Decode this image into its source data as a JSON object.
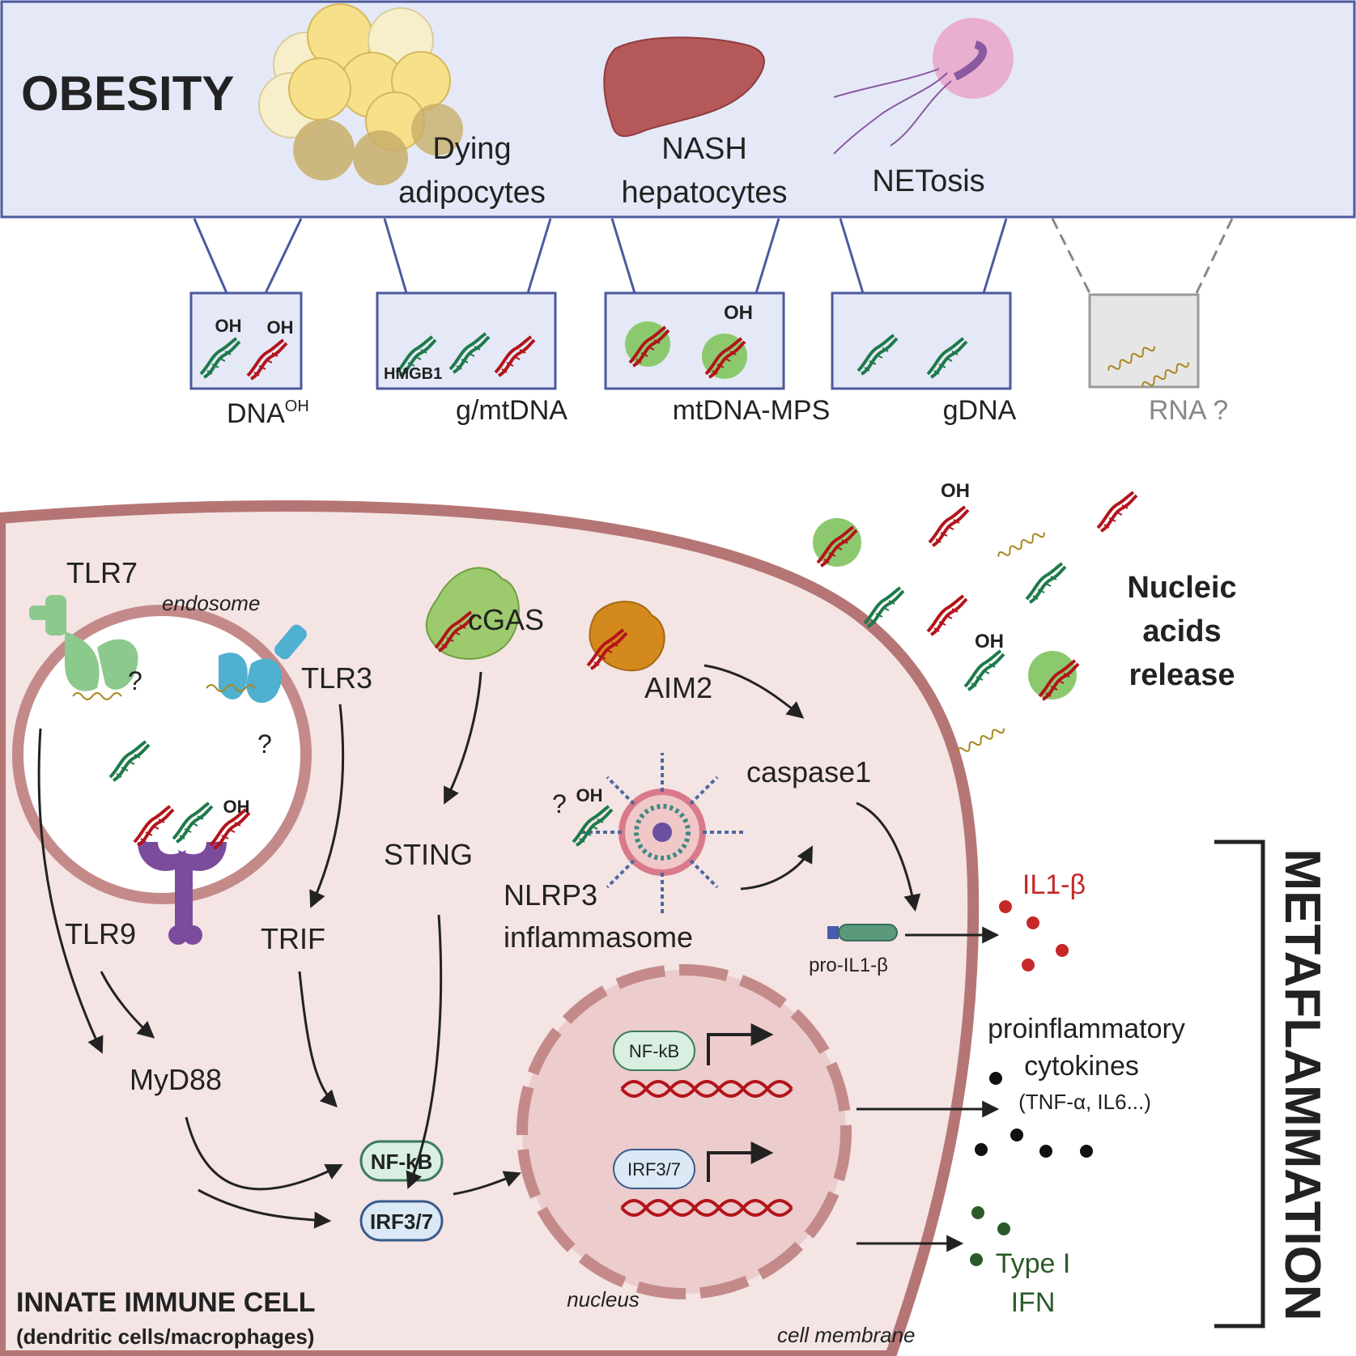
{
  "header": {
    "title": "OBESITY",
    "sources": [
      {
        "line1": "Dying",
        "line2": "adipocytes"
      },
      {
        "line1": "NASH",
        "line2": "hepatocytes"
      },
      {
        "line1": "NETosis",
        "line2": ""
      }
    ]
  },
  "boxes": [
    {
      "label": "DNA",
      "sup": "OH",
      "marks": [
        "OH",
        "OH"
      ]
    },
    {
      "label": "g/mtDNA",
      "marks": [
        "HMGB1"
      ]
    },
    {
      "label": "mtDNA-MPS",
      "marks": [
        "OH"
      ]
    },
    {
      "label": "gDNA"
    },
    {
      "label": "RNA ?"
    }
  ],
  "release": {
    "line1": "Nucleic",
    "line2": "acids",
    "line3": "release",
    "oh_marks": [
      "OH",
      "OH"
    ]
  },
  "cell": {
    "title": "INNATE IMMUNE CELL",
    "subtitle": "(dendritic cells/macrophages)",
    "membrane_label": "cell membrane",
    "endosome_label": "endosome",
    "nucleus_label": "nucleus"
  },
  "receptors": {
    "tlr7": "TLR7",
    "tlr3": "TLR3",
    "tlr9": "TLR9",
    "question": "?",
    "oh": "OH",
    "cgas": "cGAS",
    "aim2": "AIM2",
    "sting": "STING",
    "nlrp3": "NLRP3",
    "inflammasome": "inflammasome",
    "caspase": "caspase1",
    "trif": "TRIF",
    "myd88": "MyD88"
  },
  "factors": {
    "nfkb": "NF-kB",
    "irf": "IRF3/7"
  },
  "outputs": {
    "pro_il1b": "pro-IL1-β",
    "il1b": "IL1-β",
    "cyto_line1": "proinflammatory",
    "cyto_line2": "cytokines",
    "cyto_line3": "(TNF-α, IL6...)",
    "ifn_line1": "Type I",
    "ifn_line2": "IFN"
  },
  "side_label": "METAFLAMMATION",
  "colors": {
    "header_bg": "#e5e9f7",
    "header_border": "#4b5a9e",
    "cell_fill": "#f4e4e4",
    "cell_membrane": "#b67575",
    "dna_green": "#1e7a4a",
    "dna_red": "#b3141b",
    "rna": "#a8861c",
    "vesicle": "#8cc96e",
    "il1b": "#c62828",
    "ifn": "#2a5a2a"
  }
}
